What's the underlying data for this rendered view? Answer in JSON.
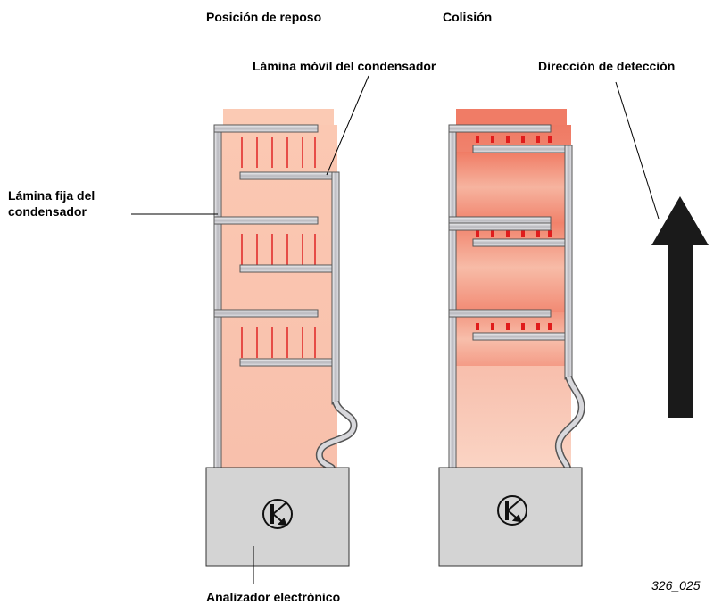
{
  "labels": {
    "rest_position": "Posición de reposo",
    "collision": "Colisión",
    "movable_plate": "Lámina móvil del condensador",
    "detection_direction": "Dirección de detección",
    "fixed_plate_line1": "Lámina fija del",
    "fixed_plate_line2": "condensador",
    "electronic_analyzer": "Analizador electrónico",
    "figure_id": "326_025"
  },
  "colors": {
    "rest_fill": "#f9c3ad",
    "collision_fill": "#f0806a",
    "plate_metal": "#c8c8cc",
    "field_lines": "#e02020",
    "analyzer_box": "#d4d4d4",
    "arrow": "#1a1a1a"
  },
  "icons": {
    "analyzer_symbol": "transistor-icon",
    "direction": "up-arrow-icon"
  }
}
